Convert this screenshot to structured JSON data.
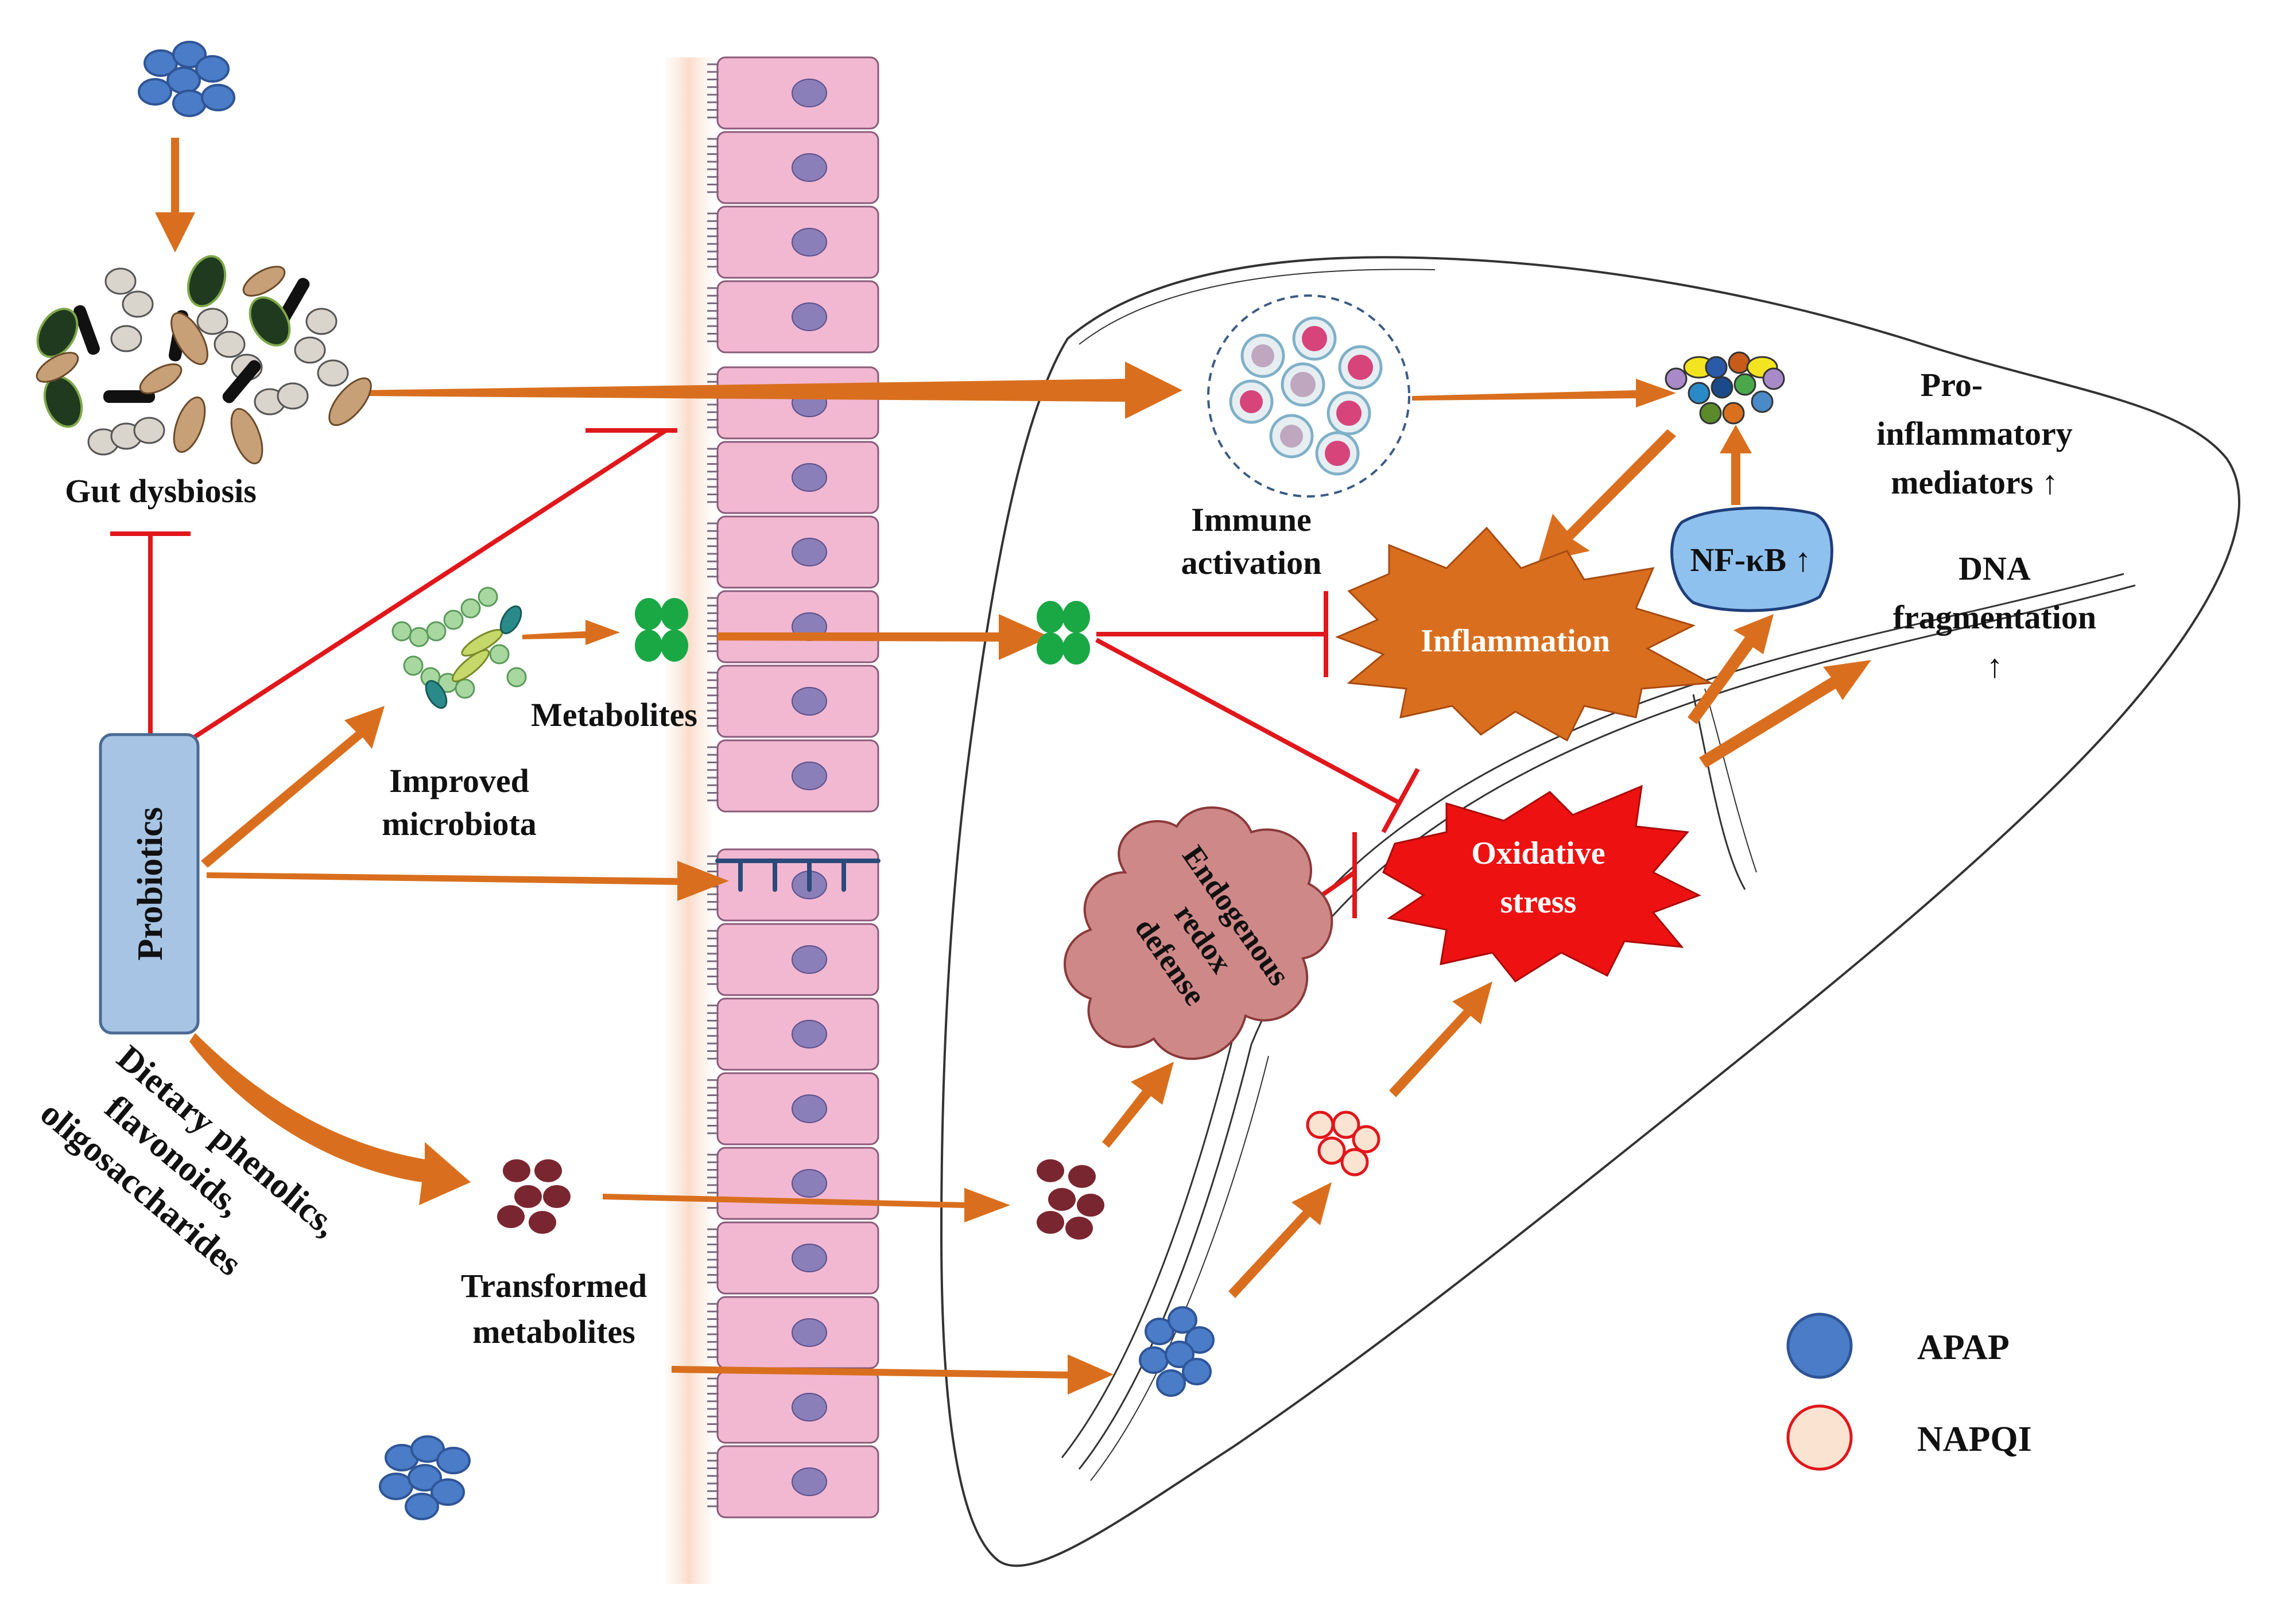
{
  "labels": {
    "gut_dysbiosis": "Gut dysbiosis",
    "probiotics": "Probiotics",
    "improved_microbiota_1": "Improved",
    "improved_microbiota_2": "microbiota",
    "metabolites": "Metabolites",
    "transformed_metabolites_1": "Transformed",
    "transformed_metabolites_2": "metabolites",
    "dietary_1": "Dietary phenolics,",
    "dietary_2": "flavonoids,",
    "dietary_3": "oligosaccharides",
    "immune_activation_1": "Immune",
    "immune_activation_2": "activation",
    "inflammation": "Inflammation",
    "nfkb": "NF-κB ↑",
    "pro_inflammatory_1": "Pro-",
    "pro_inflammatory_2": "inflammatory",
    "pro_inflammatory_3": "mediators ↑",
    "dna_1": "DNA",
    "dna_2": "fragmentation",
    "dna_3": "↑",
    "oxidative_1": "Oxidative",
    "oxidative_2": "stress",
    "endogenous_1": "Endogenous",
    "endogenous_2": "redox",
    "endogenous_3": "defense"
  },
  "legend": [
    {
      "label": "APAP",
      "fill": "#4a7cc7",
      "stroke": "#2f5597"
    },
    {
      "label": "NAPQI",
      "fill": "#fbe3d2",
      "stroke": "#e0171b"
    }
  ],
  "colors": {
    "arrow": "#d96f1e",
    "inhibit": "#e0171b",
    "cell": "#f2b8d2",
    "cell_stroke": "#8a5a7a",
    "nucleus": "#8a7fb8",
    "apap": "#4a7cc7",
    "metabolite_green": "#1aa845",
    "metabolite_brown": "#7a2630",
    "inflammation": "#d96f1e",
    "oxidative": "#ee1111",
    "cloud": "#cf8888",
    "nfkb": "#8fc1ef",
    "probiotics_box": "#a7c4e4"
  }
}
